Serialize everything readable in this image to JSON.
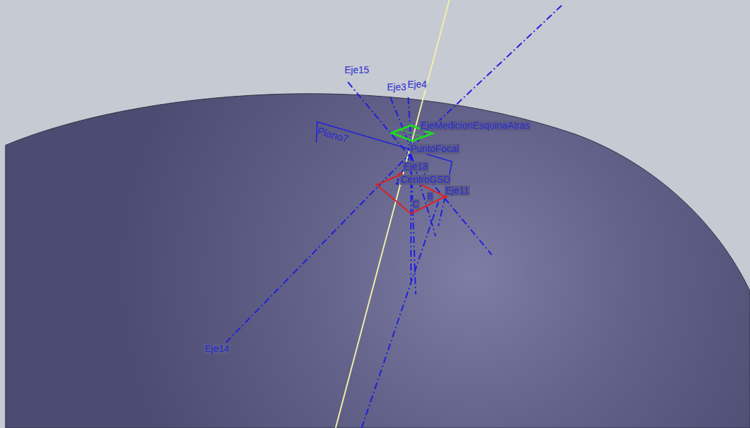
{
  "diagram": {
    "nodes": [
      {
        "text": [
          "Plano7"
        ]
      }
    ],
    "labels": [
      "Eje15",
      "Eje3",
      "Eje4",
      "EjeMedicionEsquinaAtras",
      "PuntoFocal",
      "Eje18",
      "CentroGSD",
      "Eje11",
      "B",
      "C",
      "Eje14"
    ]
  }
}
